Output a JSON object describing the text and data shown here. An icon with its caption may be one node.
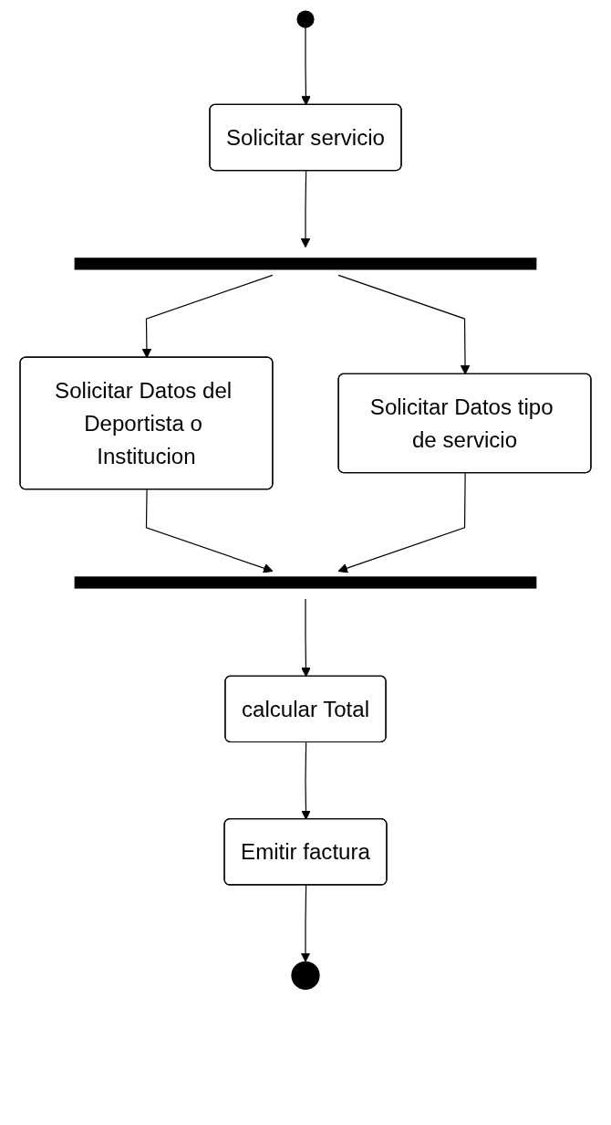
{
  "diagram": {
    "nodes": [
      {
        "text": [],
        "shape": "circle"
      },
      {
        "text": [
          "Solicitar servicio"
        ]
      },
      {
        "text": [],
        "shape": "bar"
      },
      {
        "text": [
          "Solicitar Datos del Deportista o Institucion"
        ]
      },
      {
        "text": [
          "Solicitar Datos tipo de servicio"
        ]
      },
      {
        "text": [],
        "shape": "bar"
      },
      {
        "text": [
          "calcular Total"
        ]
      },
      {
        "text": [
          "Emitir factura"
        ]
      },
      {
        "text": [],
        "shape": "circle"
      }
    ],
    "edges": [
      {
        "from": 0,
        "to": 1,
        "arrow": "to"
      },
      {
        "from": 1,
        "to": 2,
        "arrow": "to"
      },
      {
        "from": 2,
        "to": 3,
        "arrow": "to"
      },
      {
        "from": 2,
        "to": 4,
        "arrow": "to"
      },
      {
        "from": 3,
        "to": 5,
        "arrow": "to"
      },
      {
        "from": 4,
        "to": 5,
        "arrow": "to"
      },
      {
        "from": 5,
        "to": 6,
        "arrow": "to"
      },
      {
        "from": 6,
        "to": 7,
        "arrow": "to"
      },
      {
        "from": 7,
        "to": 8,
        "arrow": "to"
      }
    ]
  }
}
